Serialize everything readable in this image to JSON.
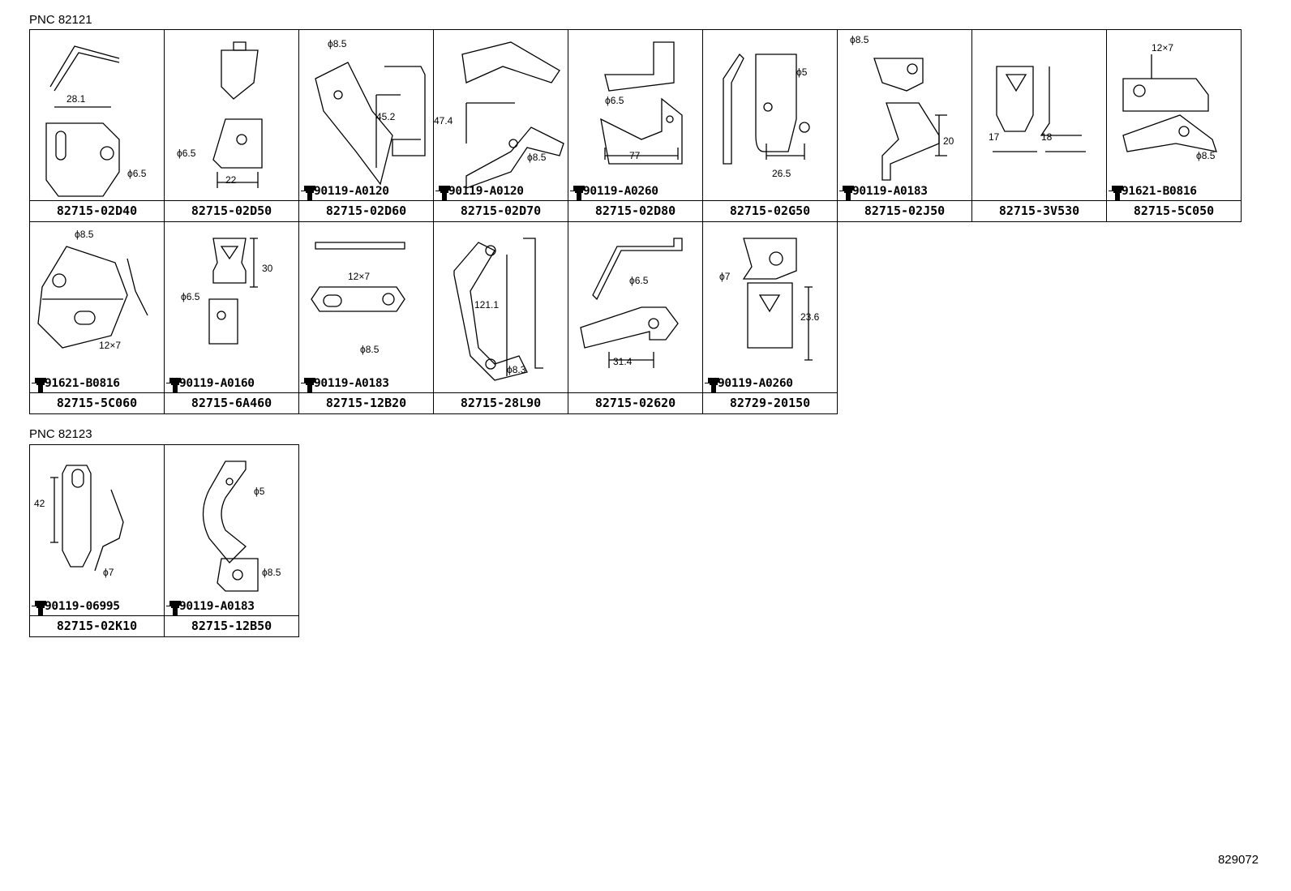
{
  "group1": {
    "title": "PNC 82121",
    "cells": [
      {
        "part": "82715-02D40",
        "bolt": "",
        "dims": [
          "28.1",
          "ϕ6.5"
        ]
      },
      {
        "part": "82715-02D50",
        "bolt": "",
        "dims": [
          "ϕ6.5",
          "22"
        ]
      },
      {
        "part": "82715-02D60",
        "bolt": "90119-A0120",
        "dims": [
          "ϕ8.5",
          "45.2"
        ]
      },
      {
        "part": "82715-02D70",
        "bolt": "90119-A0120",
        "dims": [
          "47.4",
          "ϕ8.5"
        ]
      },
      {
        "part": "82715-02D80",
        "bolt": "90119-A0260",
        "dims": [
          "ϕ6.5",
          "77"
        ]
      },
      {
        "part": "82715-02G50",
        "bolt": "",
        "dims": [
          "ϕ5",
          "26.5"
        ]
      },
      {
        "part": "82715-02J50",
        "bolt": "90119-A0183",
        "dims": [
          "ϕ8.5",
          "20"
        ]
      },
      {
        "part": "82715-3V530",
        "bolt": "",
        "dims": [
          "17",
          "18"
        ]
      },
      {
        "part": "82715-5C050",
        "bolt": "91621-B0816",
        "dims": [
          "12×7",
          "ϕ8.5"
        ]
      },
      {
        "part": "82715-5C060",
        "bolt": "91621-B0816",
        "dims": [
          "ϕ8.5",
          "12×7"
        ]
      },
      {
        "part": "82715-6A460",
        "bolt": "90119-A0160",
        "dims": [
          "30",
          "ϕ6.5"
        ]
      },
      {
        "part": "82715-12B20",
        "bolt": "90119-A0183",
        "dims": [
          "12×7",
          "ϕ8.5"
        ]
      },
      {
        "part": "82715-28L90",
        "bolt": "",
        "dims": [
          "121.1",
          "ϕ8.3"
        ]
      },
      {
        "part": "82715-02620",
        "bolt": "",
        "dims": [
          "ϕ6.5",
          "31.4"
        ]
      },
      {
        "part": "82729-20150",
        "bolt": "90119-A0260",
        "dims": [
          "ϕ7",
          "23.6"
        ]
      }
    ]
  },
  "group2": {
    "title": "PNC 82123",
    "cells": [
      {
        "part": "82715-02K10",
        "bolt": "90119-06995",
        "dims": [
          "42",
          "ϕ7"
        ]
      },
      {
        "part": "82715-12B50",
        "bolt": "90119-A0183",
        "dims": [
          "ϕ5",
          "ϕ8.5"
        ]
      }
    ]
  },
  "footer": {
    "code": "829072"
  }
}
